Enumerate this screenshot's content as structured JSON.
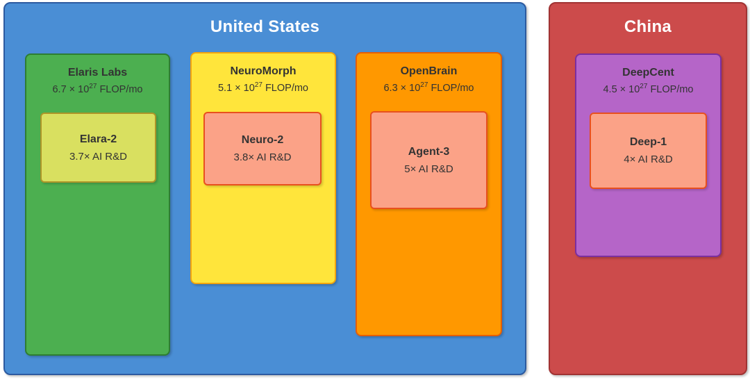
{
  "palette": {
    "background": "#ffffff",
    "us_fill": "#4A8ED5",
    "us_border": "#2C5AA0",
    "china_fill": "#CC4B4B",
    "china_border": "#A03333",
    "elaris_fill": "#4CAF50",
    "elaris_border": "#2E7D32",
    "neuromorph_fill": "#FFE53B",
    "neuromorph_border": "#F2A40E",
    "openbrain_fill": "#FF9800",
    "openbrain_border": "#E65F05",
    "deepcent_fill": "#B565C8",
    "deepcent_border": "#7B2FA0",
    "model_salmon_fill": "#FBA287",
    "model_salmon_border": "#E8501E",
    "model_yellowgreen_fill": "#D9E060",
    "model_yellowgreen_border": "#AD9528",
    "dark_text": "#333333",
    "light_text": "#ffffff"
  },
  "countries": [
    {
      "name": "United States",
      "labs": [
        {
          "name": "Elaris Labs",
          "compute_prefix": "6.7 × 10",
          "compute_exponent": "27",
          "compute_suffix": " FLOP/mo",
          "model": {
            "name": "Elara-2",
            "rd": "3.7× AI R&D"
          }
        },
        {
          "name": "NeuroMorph",
          "compute_prefix": "5.1 × 10",
          "compute_exponent": "27",
          "compute_suffix": " FLOP/mo",
          "model": {
            "name": "Neuro-2",
            "rd": "3.8× AI R&D"
          }
        },
        {
          "name": "OpenBrain",
          "compute_prefix": "6.3 × 10",
          "compute_exponent": "27",
          "compute_suffix": " FLOP/mo",
          "model": {
            "name": "Agent-3",
            "rd": "5× AI R&D"
          }
        }
      ]
    },
    {
      "name": "China",
      "labs": [
        {
          "name": "DeepCent",
          "compute_prefix": "4.5 × 10",
          "compute_exponent": "27",
          "compute_suffix": " FLOP/mo",
          "model": {
            "name": "Deep-1",
            "rd": "4× AI R&D"
          }
        }
      ]
    }
  ]
}
